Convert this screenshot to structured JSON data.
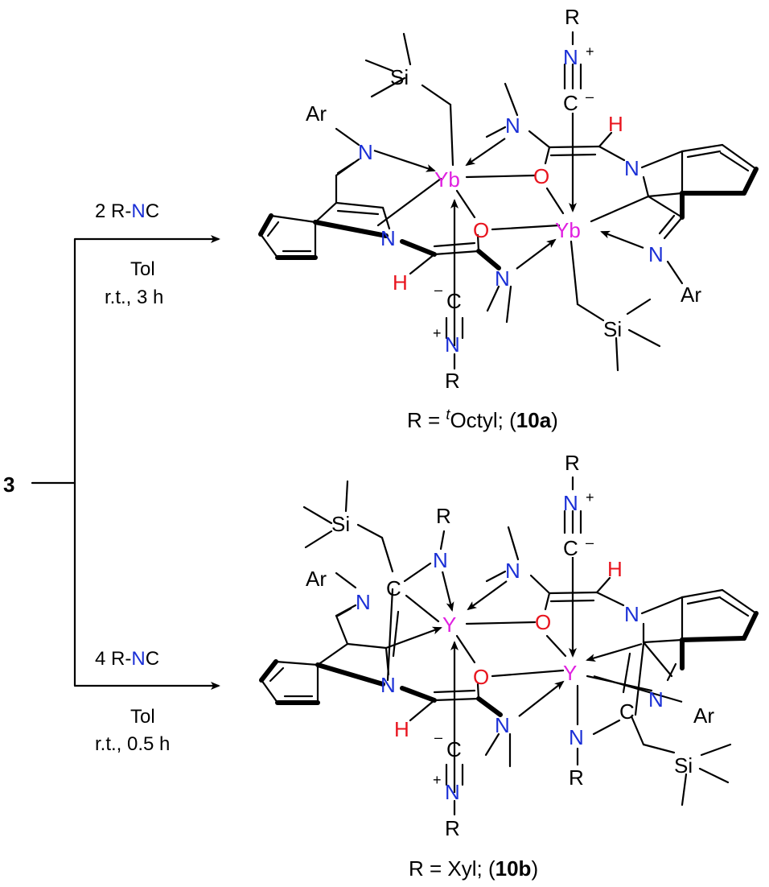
{
  "colors": {
    "nitrogen": "#1a2fd6",
    "oxygen": "#e8141e",
    "metal": "#e020e0",
    "hydrogen": "#e8141e",
    "text": "#000000"
  },
  "start": {
    "compound": "3"
  },
  "upper": {
    "equiv": "2",
    "reagent_prefix": "R-",
    "reagent_atom": "N",
    "reagent_suffix": "C",
    "solvent": "Tol",
    "conditions": "r.t., 3 h",
    "metal": "Yb",
    "product_label_prefix": "R = ",
    "product_label_sup": "t",
    "product_label_name": "Octyl; (",
    "product_id": "10a",
    "product_label_close": ")"
  },
  "lower": {
    "equiv": "4",
    "reagent_prefix": "R-",
    "reagent_atom": "N",
    "reagent_suffix": "C",
    "solvent": "Tol",
    "conditions": "r.t., 0.5 h",
    "metal": "Y",
    "product_label_prefix": "R = Xyl; (",
    "product_id": "10b",
    "product_label_close": ")"
  },
  "atoms": {
    "si": "Si",
    "ar": "Ar",
    "n": "N",
    "o": "O",
    "c": "C",
    "h": "H",
    "r": "R",
    "plus": "+",
    "minus": "–"
  }
}
